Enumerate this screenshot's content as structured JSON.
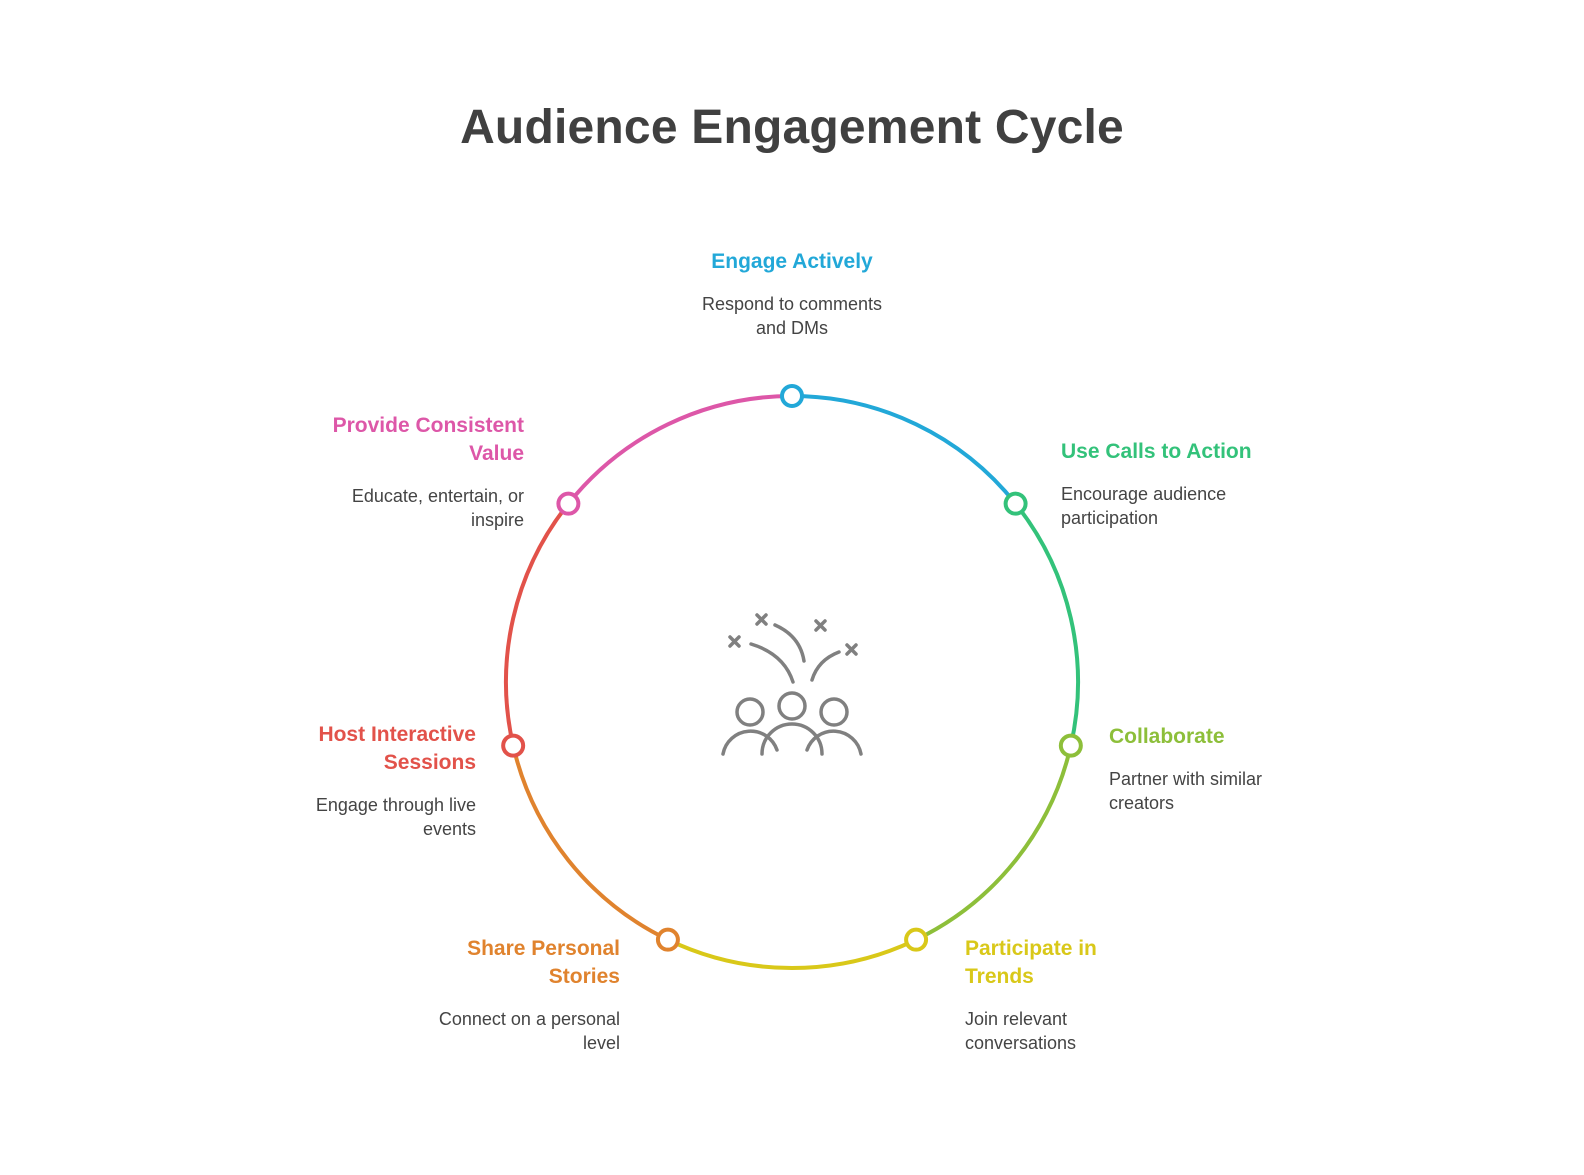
{
  "title": "Audience Engagement Cycle",
  "steps": [
    {
      "title": "Engage Actively",
      "desc_l1": "Respond to comments",
      "desc_l2": "and DMs",
      "color": "#22a8d8"
    },
    {
      "title": "Use Calls to Action",
      "desc_l1": "Encourage audience",
      "desc_l2": "participation",
      "color": "#33c27a"
    },
    {
      "title": "Collaborate",
      "desc_l1": "Partner with similar",
      "desc_l2": "creators",
      "color": "#8dbf3a"
    },
    {
      "title_l1": "Participate in",
      "title_l2": "Trends",
      "desc_l1": "Join relevant",
      "desc_l2": "conversations",
      "color": "#d9c819"
    },
    {
      "title_l1": "Share Personal",
      "title_l2": "Stories",
      "desc_l1": "Connect on a personal",
      "desc_l2": "level",
      "color": "#e0832e"
    },
    {
      "title_l1": "Host Interactive",
      "title_l2": "Sessions",
      "desc_l1": "Engage through live",
      "desc_l2": "events",
      "color": "#e2524a"
    },
    {
      "title_l1": "Provide Consistent",
      "title_l2": "Value",
      "desc_l1": "Educate, entertain, or",
      "desc_l2": "inspire",
      "color": "#dd57a8"
    }
  ],
  "icons": {
    "center": "audience-celebration-icon"
  },
  "colors": {
    "icon": "#808080",
    "title": "#404040"
  }
}
